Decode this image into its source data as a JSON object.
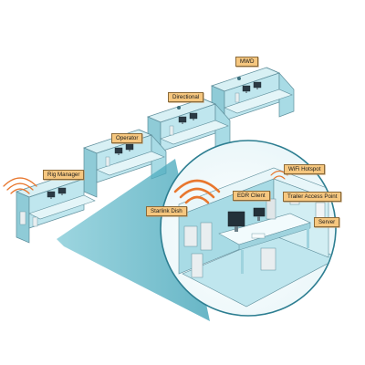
{
  "colors": {
    "accent": "#f6c77f",
    "trailer_fill": "#bfe6ee",
    "trailer_stroke": "#5f8f9c",
    "signal": "#e8772e"
  },
  "labels": {
    "mwd": "MWD",
    "directional": "Directional",
    "operator": "Operator",
    "rig_manager": "Rig Manager",
    "wifi_hotspot": "WiFi Hotspot",
    "edr_client": "EDR Client",
    "trailer_access_point": "Trailer Access Point",
    "starlink_dish": "Starlink Dish",
    "server": "Server"
  },
  "icons": {
    "signal": "wifi-signal-icon"
  }
}
